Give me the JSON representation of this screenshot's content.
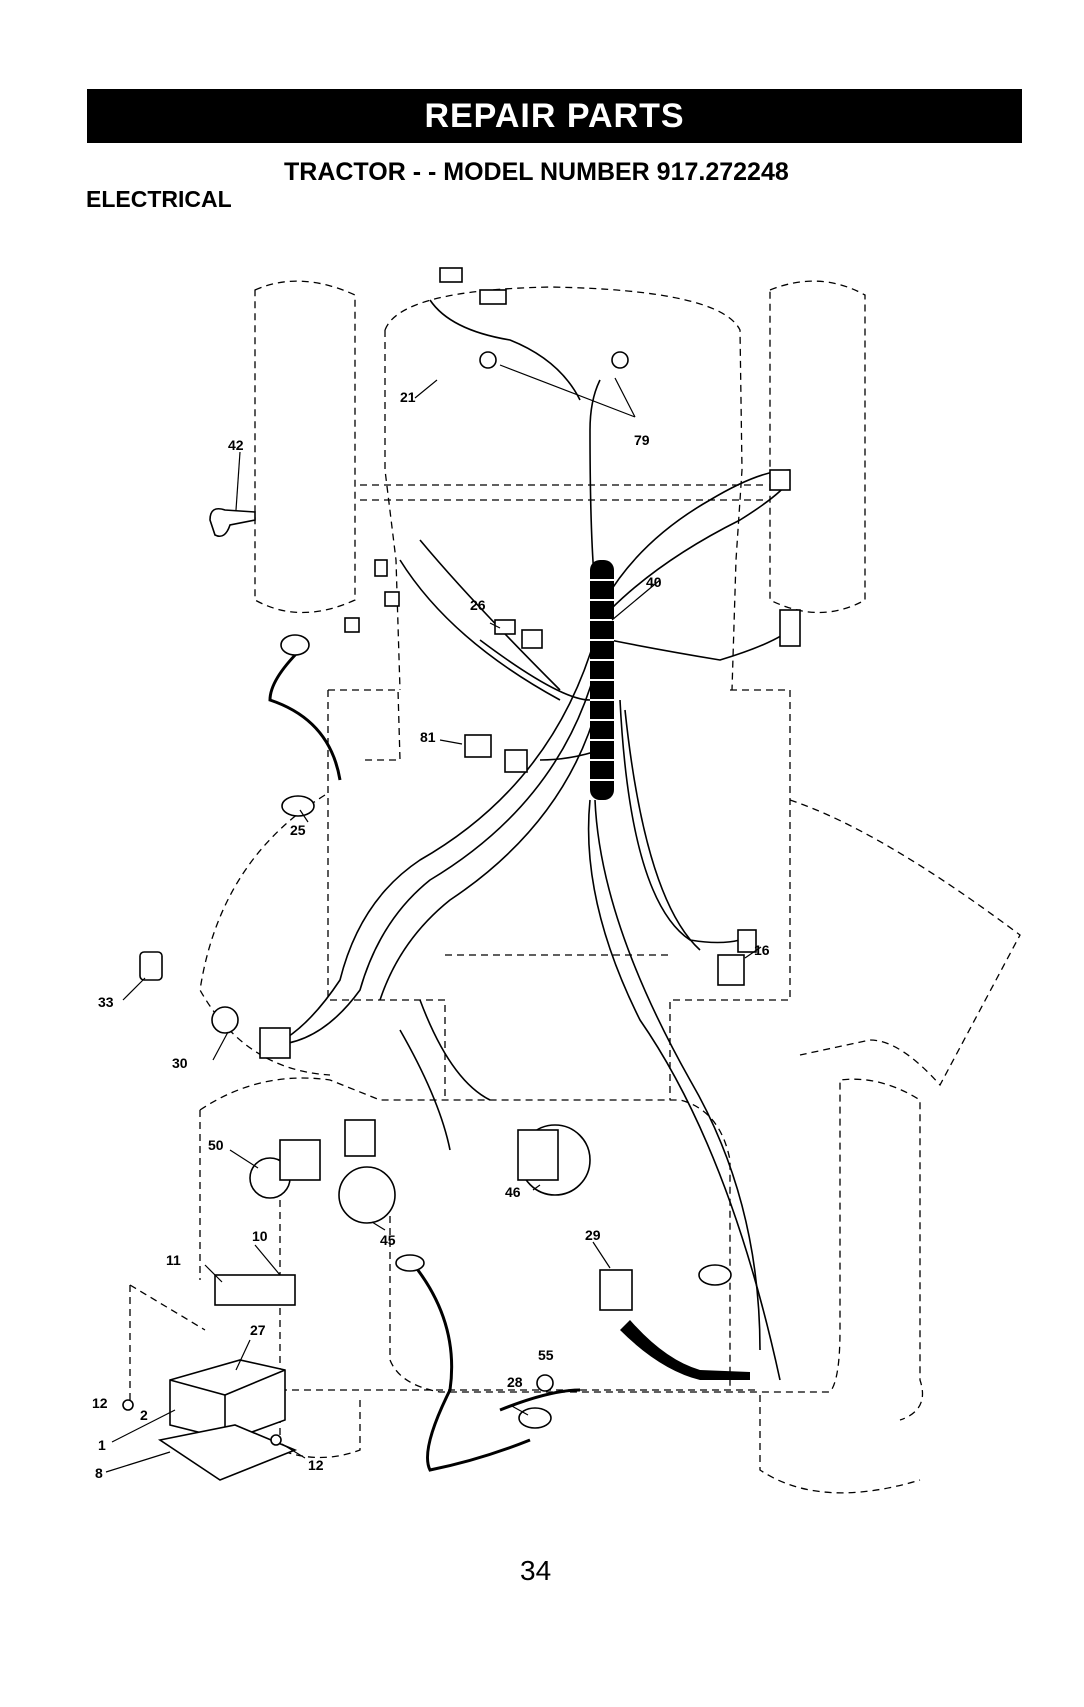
{
  "header": {
    "banner": "REPAIR PARTS",
    "subtitle": "TRACTOR - - MODEL NUMBER 917.272248",
    "section": "ELECTRICAL"
  },
  "footer": {
    "page_number": "34"
  },
  "callouts": [
    {
      "id": "c42",
      "label": "42"
    },
    {
      "id": "c21",
      "label": "21"
    },
    {
      "id": "c79",
      "label": "79"
    },
    {
      "id": "c40",
      "label": "40"
    },
    {
      "id": "c26",
      "label": "26"
    },
    {
      "id": "c81",
      "label": "81"
    },
    {
      "id": "c25",
      "label": "25"
    },
    {
      "id": "c16",
      "label": "16"
    },
    {
      "id": "c33",
      "label": "33"
    },
    {
      "id": "c30",
      "label": "30"
    },
    {
      "id": "c50",
      "label": "50"
    },
    {
      "id": "c46",
      "label": "46"
    },
    {
      "id": "c10",
      "label": "10"
    },
    {
      "id": "c11",
      "label": "11"
    },
    {
      "id": "c45",
      "label": "45"
    },
    {
      "id": "c29",
      "label": "29"
    },
    {
      "id": "c27",
      "label": "27"
    },
    {
      "id": "c55",
      "label": "55"
    },
    {
      "id": "c28",
      "label": "28"
    },
    {
      "id": "c12a",
      "label": "12"
    },
    {
      "id": "c2",
      "label": "2"
    },
    {
      "id": "c1",
      "label": "1"
    },
    {
      "id": "c8",
      "label": "8"
    },
    {
      "id": "c12b",
      "label": "12"
    }
  ]
}
